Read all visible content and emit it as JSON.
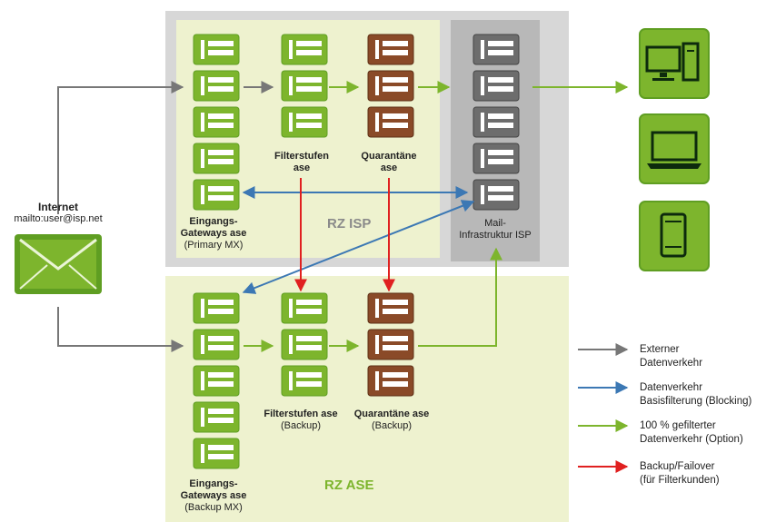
{
  "internet": {
    "title": "Internet",
    "address": "mailto:user@isp.net",
    "icon": "envelope-icon"
  },
  "zones": {
    "isp": {
      "label": "RZ ISP"
    },
    "ase": {
      "label": "RZ ASE"
    }
  },
  "labels": {
    "gateways_primary": {
      "title": "Eingangs-\nGateways ase",
      "sub": "(Primary MX)"
    },
    "filter_primary": {
      "title": "Filterstufen\nase",
      "sub": ""
    },
    "quarantine_primary": {
      "title": "Quarantäne\nase",
      "sub": ""
    },
    "mail_infra": {
      "title": "",
      "sub": "Mail-\nInfrastruktur ISP"
    },
    "gateways_backup": {
      "title": "Eingangs-\nGateways ase",
      "sub": "(Backup MX)"
    },
    "filter_backup": {
      "title": "Filterstufen ase",
      "sub": "(Backup)"
    },
    "quarantine_backup": {
      "title": "Quarantäne ase",
      "sub": "(Backup)"
    }
  },
  "devices": [
    "desktop-computer-icon",
    "laptop-icon",
    "smartphone-icon"
  ],
  "legend": [
    {
      "color": "#777777",
      "line1": "Externer",
      "line2": "Datenverkehr"
    },
    {
      "color": "#3c78b4",
      "line1": "Datenverkehr",
      "line2": "Basisfilterung (Blocking)"
    },
    {
      "color": "#7db52d",
      "line1": "100 % gefilterter",
      "line2": "Datenverkehr (Option)"
    },
    {
      "color": "#e02020",
      "line1": "Backup/Failover",
      "line2": "(für Filterkunden)"
    }
  ],
  "colors": {
    "server_green": "#7db52d",
    "server_brown": "#8a4a28",
    "server_gray": "#6d6d6d",
    "zone_gray": "#d7d7d7",
    "zone_green": "#eef2cf",
    "arrow_gray": "#777777",
    "arrow_blue": "#3c78b4",
    "arrow_green": "#7db52d",
    "arrow_red": "#e02020"
  }
}
